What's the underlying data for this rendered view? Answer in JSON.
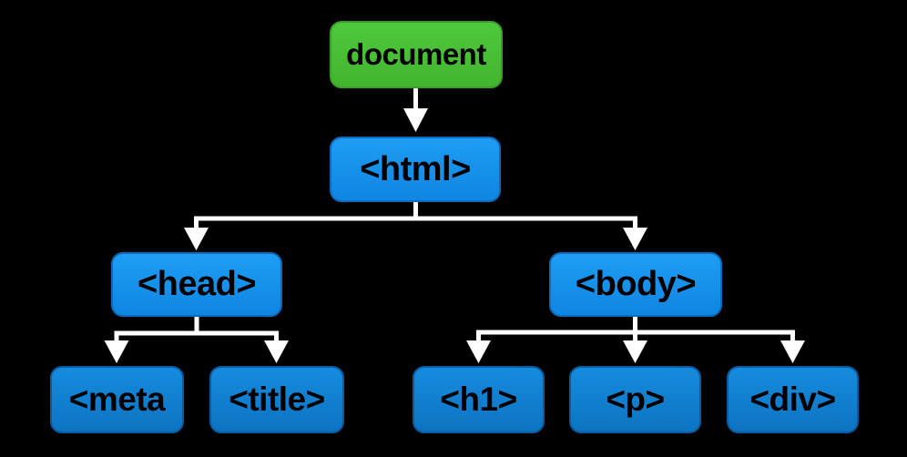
{
  "diagram": {
    "type": "tree",
    "colors": {
      "background": "#000000",
      "connector": "#ffffff",
      "node_text": "#000000",
      "document_fill_top": "#4fc83d",
      "document_fill_bottom": "#42b52e",
      "document_border": "#389f27",
      "element_fill_top": "#1f9df3",
      "element_fill_bottom": "#0e86e2",
      "element_border": "#0d6bbd",
      "leaf_fill_top": "#168bdd",
      "leaf_fill_bottom": "#0d74c2",
      "leaf_border": "#0a5ca0"
    },
    "nodes": {
      "document": {
        "label": "document"
      },
      "html": {
        "label": "<html>"
      },
      "head": {
        "label": "<head>"
      },
      "body": {
        "label": "<body>"
      },
      "meta": {
        "label": "<meta"
      },
      "title": {
        "label": "<title>"
      },
      "h1": {
        "label": "<h1>"
      },
      "p": {
        "label": "<p>"
      },
      "div": {
        "label": "<div>"
      }
    },
    "edges": [
      {
        "from": "document",
        "to": "html"
      },
      {
        "from": "html",
        "to": "head"
      },
      {
        "from": "html",
        "to": "body"
      },
      {
        "from": "head",
        "to": "meta"
      },
      {
        "from": "head",
        "to": "title"
      },
      {
        "from": "body",
        "to": "h1"
      },
      {
        "from": "body",
        "to": "p"
      },
      {
        "from": "body",
        "to": "div"
      }
    ]
  }
}
